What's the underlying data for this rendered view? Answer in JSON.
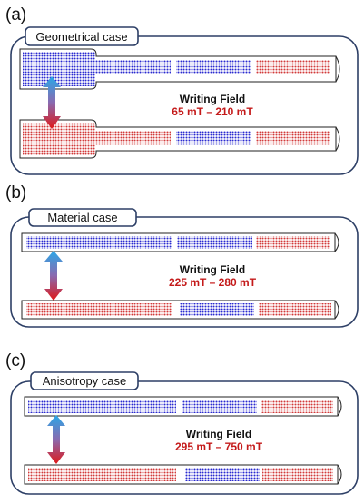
{
  "colors": {
    "blue": "#2a2ad0",
    "red": "#d23a3a",
    "frame": "#2d3f66",
    "field_value": "#c41a1a",
    "arrow_top": "#29a8e8",
    "arrow_bottom": "#e01818"
  },
  "panels": [
    {
      "label": "(a)",
      "title": "Geometrical case",
      "field_title": "Writing Field",
      "field_range": "65 mT – 210 mT"
    },
    {
      "label": "(b)",
      "title": "Material case",
      "field_title": "Writing Field",
      "field_range": "225 mT – 280 mT"
    },
    {
      "label": "(c)",
      "title": "Anisotropy case",
      "field_title": "Writing Field",
      "field_range": "295 mT – 750 mT"
    }
  ]
}
